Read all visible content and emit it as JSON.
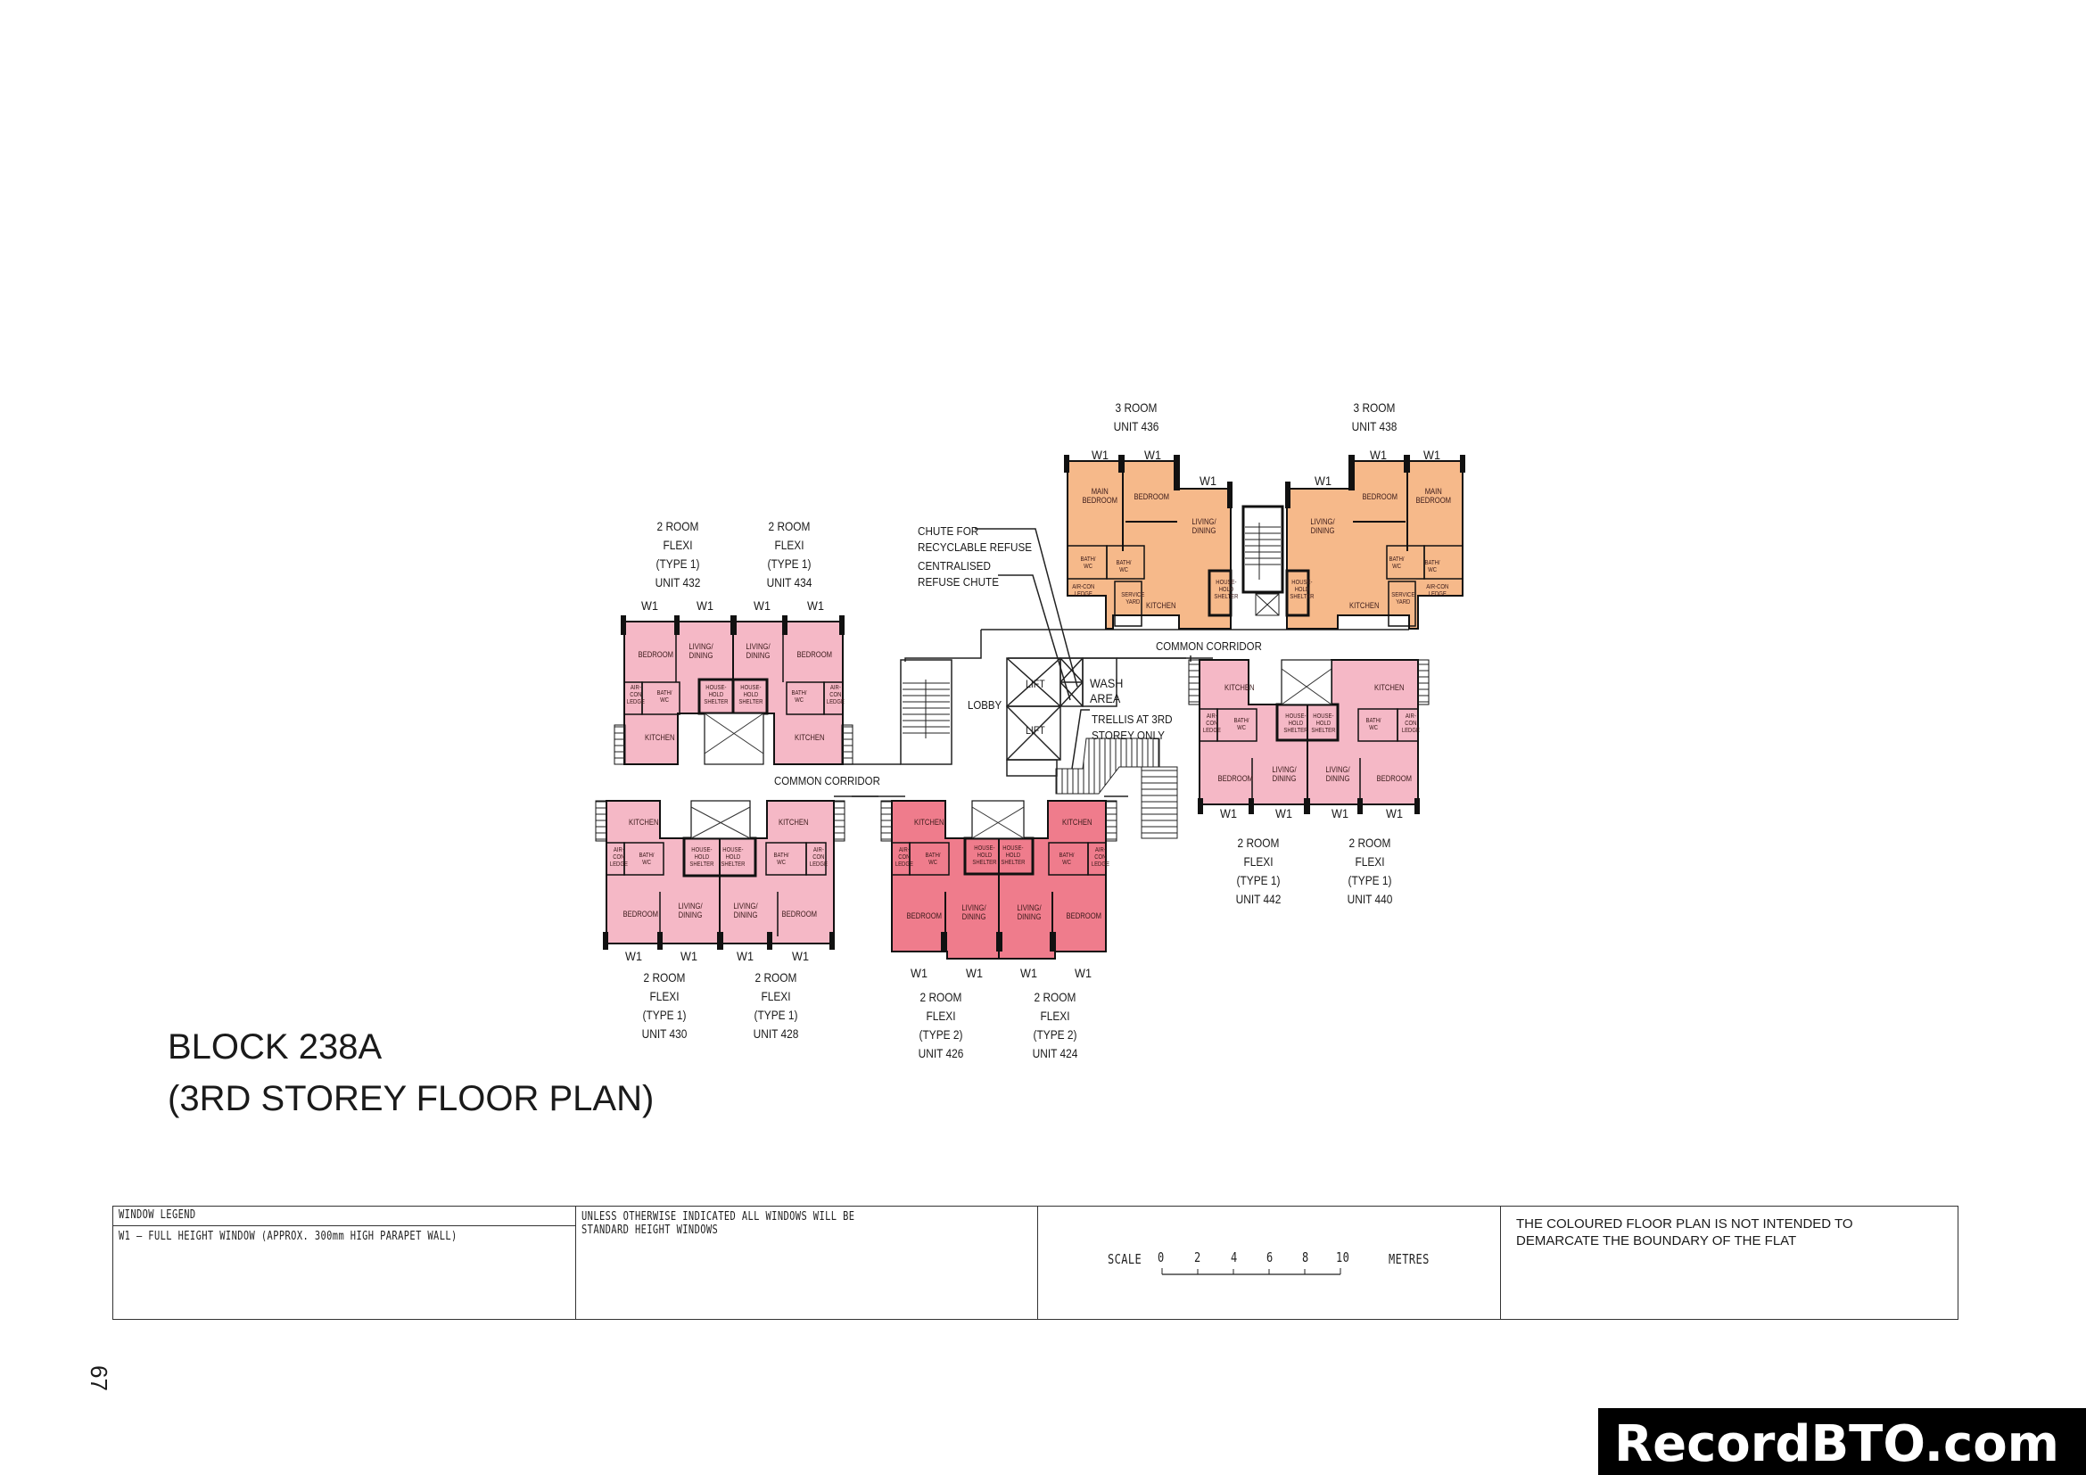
{
  "title": {
    "line1": "BLOCK 238A",
    "line2": "(3RD  STOREY FLOOR PLAN)"
  },
  "page_number": "67",
  "watermark": "RecordBTO.com",
  "colors": {
    "three_room": "#f6b98a",
    "two_room_type1": "#f5b8c6",
    "two_room_type2": "#ef7c8c",
    "wall": "#111111"
  },
  "annotations": {
    "chute_recyclable": "CHUTE FOR\nRECYCLABLE REFUSE",
    "chute_recyclable_1": "CHUTE FOR",
    "chute_recyclable_2": "RECYCLABLE REFUSE",
    "refuse_chute_1": "CENTRALISED",
    "refuse_chute_2": "REFUSE CHUTE",
    "lobby": "LOBBY",
    "lift": "LIFT",
    "wash_area_1": "WASH",
    "wash_area_2": "AREA",
    "trellis_1": "TRELLIS AT 3RD",
    "trellis_2": "STOREY ONLY",
    "common_corridor": "COMMON CORRIDOR"
  },
  "window_code": "W1",
  "rooms": {
    "main_bedroom": "MAIN\nBEDROOM",
    "bedroom": "BEDROOM",
    "living_dining": "LIVING/\nDINING",
    "kitchen": "KITCHEN",
    "bath_wc": "BATH/\nWC",
    "household_shelter": "HOUSE-\nHOLD\nSHELTER",
    "aircon_ledge": "AIR-\nCON\nLEDGE",
    "aircon_ledge_3rm": "AIR-CON\nLEDGE",
    "service_yard": "SERVICE\nYARD"
  },
  "units": [
    {
      "id": "436",
      "type": "3 ROOM",
      "subtype": "",
      "label_lines": [
        "3 ROOM",
        "UNIT 436"
      ],
      "color_key": "three_room"
    },
    {
      "id": "438",
      "type": "3 ROOM",
      "subtype": "",
      "label_lines": [
        "3 ROOM",
        "UNIT 438"
      ],
      "color_key": "three_room"
    },
    {
      "id": "432",
      "type": "2 ROOM FLEXI",
      "subtype": "(TYPE 1)",
      "label_lines": [
        "2 ROOM",
        "FLEXI",
        "(TYPE 1)",
        "UNIT 432"
      ],
      "color_key": "two_room_type1"
    },
    {
      "id": "434",
      "type": "2 ROOM FLEXI",
      "subtype": "(TYPE 1)",
      "label_lines": [
        "2 ROOM",
        "FLEXI",
        "(TYPE 1)",
        "UNIT 434"
      ],
      "color_key": "two_room_type1"
    },
    {
      "id": "430",
      "type": "2 ROOM FLEXI",
      "subtype": "(TYPE 1)",
      "label_lines": [
        "2 ROOM",
        "FLEXI",
        "(TYPE 1)",
        "UNIT 430"
      ],
      "color_key": "two_room_type1"
    },
    {
      "id": "428",
      "type": "2 ROOM FLEXI",
      "subtype": "(TYPE 1)",
      "label_lines": [
        "2 ROOM",
        "FLEXI",
        "(TYPE 1)",
        "UNIT 428"
      ],
      "color_key": "two_room_type1"
    },
    {
      "id": "426",
      "type": "2 ROOM FLEXI",
      "subtype": "(TYPE 2)",
      "label_lines": [
        "2 ROOM",
        "FLEXI",
        "(TYPE 2)",
        "UNIT 426"
      ],
      "color_key": "two_room_type2"
    },
    {
      "id": "424",
      "type": "2 ROOM FLEXI",
      "subtype": "(TYPE 2)",
      "label_lines": [
        "2 ROOM",
        "FLEXI",
        "(TYPE 2)",
        "UNIT 424"
      ],
      "color_key": "two_room_type2"
    },
    {
      "id": "442",
      "type": "2 ROOM FLEXI",
      "subtype": "(TYPE 1)",
      "label_lines": [
        "2 ROOM",
        "FLEXI",
        "(TYPE 1)",
        "UNIT 442"
      ],
      "color_key": "two_room_type1"
    },
    {
      "id": "440",
      "type": "2 ROOM FLEXI",
      "subtype": "(TYPE 1)",
      "label_lines": [
        "2 ROOM",
        "FLEXI",
        "(TYPE 1)",
        "UNIT 440"
      ],
      "color_key": "two_room_type1"
    }
  ],
  "legend": {
    "window_legend_header": "WINDOW LEGEND",
    "window_legend_w1": "W1 – FULL HEIGHT WINDOW (APPROX. 300mm HIGH PARAPET WALL)",
    "standard_note_1": "UNLESS OTHERWISE INDICATED ALL WINDOWS WILL BE",
    "standard_note_2": "STANDARD HEIGHT WINDOWS",
    "scale_label": "SCALE",
    "scale_ticks": [
      "0",
      "2",
      "4",
      "6",
      "8",
      "10"
    ],
    "scale_unit": "METRES",
    "disclaimer_1": "THE COLOURED FLOOR PLAN IS NOT INTENDED TO",
    "disclaimer_2": "DEMARCATE THE BOUNDARY OF THE FLAT"
  }
}
